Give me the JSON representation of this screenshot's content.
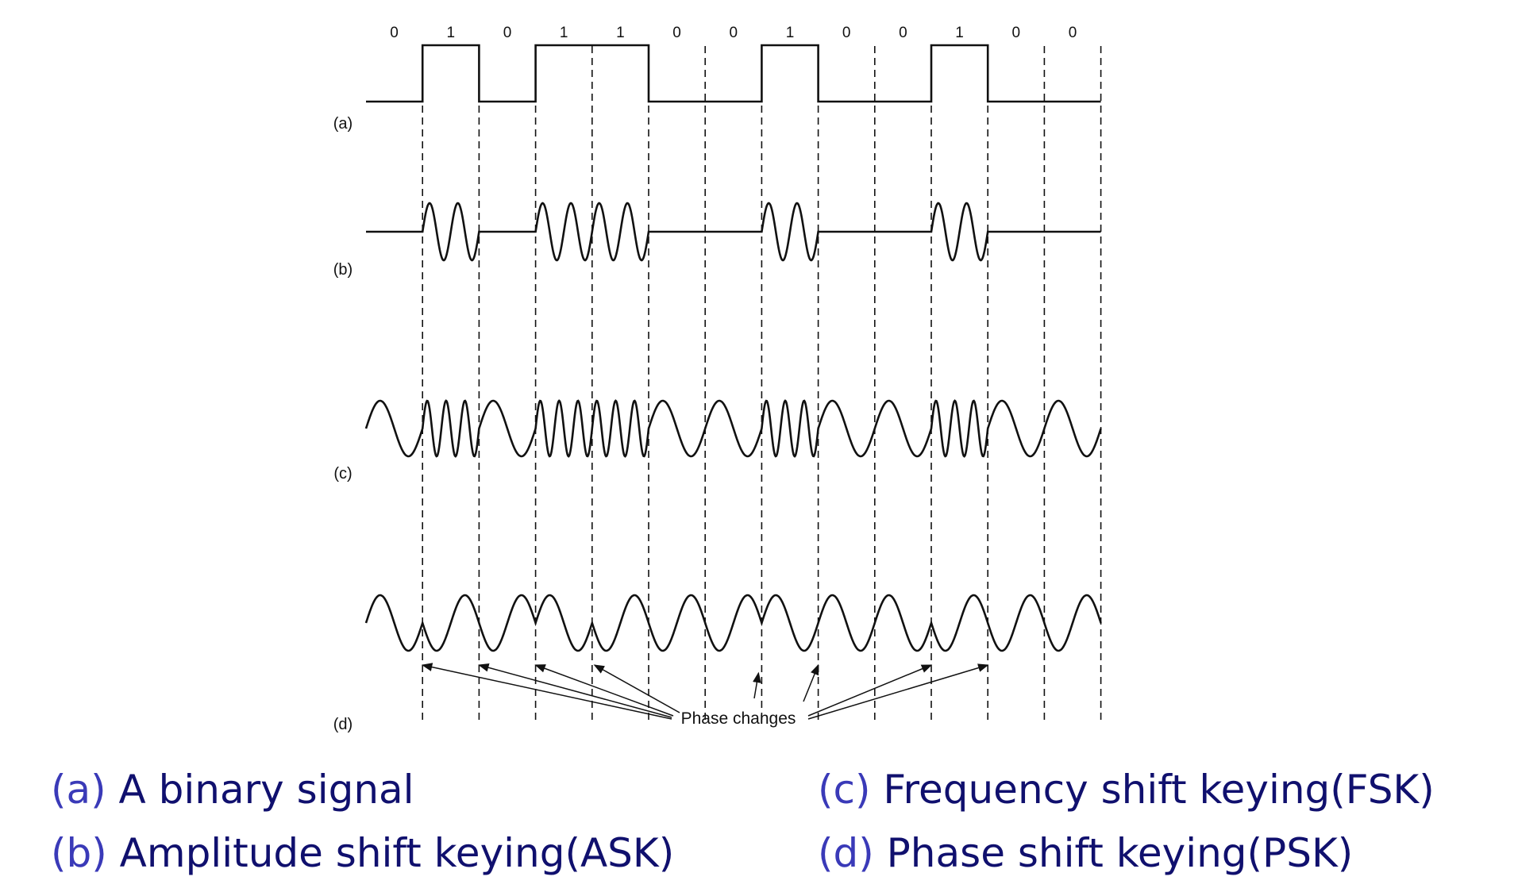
{
  "bits": [
    "0",
    "1",
    "0",
    "1",
    "1",
    "0",
    "0",
    "1",
    "0",
    "0",
    "1",
    "0",
    "0"
  ],
  "rows": {
    "a": {
      "label": "(a)"
    },
    "b": {
      "label": "(b)"
    },
    "c": {
      "label": "(c)"
    },
    "d": {
      "label": "(d)"
    }
  },
  "annotation": {
    "text": "Phase changes"
  },
  "captions": [
    {
      "letter": "(a)",
      "text": " A binary signal"
    },
    {
      "letter": "(b)",
      "text": " Amplitude shift keying(ASK)"
    },
    {
      "letter": "(c)",
      "text": " Frequency shift keying(FSK)"
    },
    {
      "letter": "(d)",
      "text": " Phase shift keying(PSK)"
    }
  ],
  "colors": {
    "caption_letter": "#3a3ab8",
    "caption_text": "#10106e",
    "line": "#111111"
  }
}
